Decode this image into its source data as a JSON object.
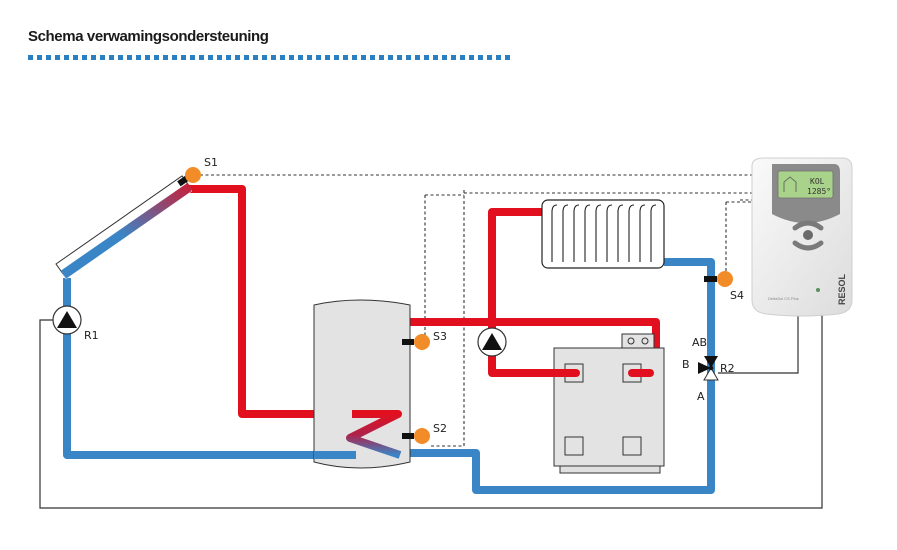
{
  "header": {
    "title": "Schema verwamingsondersteuning"
  },
  "diagram": {
    "sensors": [
      {
        "id": "S1",
        "label": "S1",
        "location": "collector outlet"
      },
      {
        "id": "S2",
        "label": "S2",
        "location": "storage tank bottom"
      },
      {
        "id": "S3",
        "label": "S3",
        "location": "storage tank top"
      },
      {
        "id": "S4",
        "label": "S4",
        "location": "heating return"
      }
    ],
    "relays": [
      {
        "id": "R1",
        "label": "R1",
        "type": "solar pump"
      },
      {
        "id": "R2",
        "label": "R2",
        "type": "3-way valve"
      }
    ],
    "valve_ports": {
      "ab": "AB",
      "b": "B",
      "a": "A"
    },
    "controller": {
      "brand": "RESOL",
      "model": "DeltaSol CS Plus",
      "display_line1": "KOL",
      "display_line2": "1285°"
    },
    "colors": {
      "hot": "#e2101f",
      "cold": "#3a85c6",
      "sensor": "#f28c28",
      "tank": "#e3e3e3",
      "accent": "#2a7fc1"
    }
  }
}
